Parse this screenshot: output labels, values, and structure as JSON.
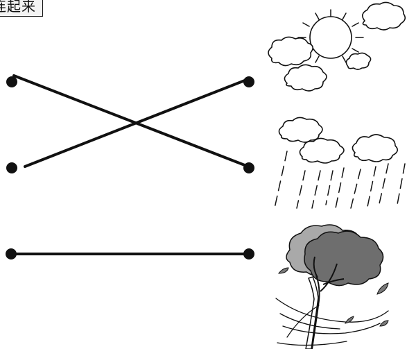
{
  "title": "连起来",
  "left_dots": [
    {
      "name": "left-dot-1"
    },
    {
      "name": "left-dot-2"
    },
    {
      "name": "left-dot-3"
    }
  ],
  "right_dots": [
    {
      "name": "right-dot-1"
    },
    {
      "name": "right-dot-2"
    },
    {
      "name": "right-dot-3"
    }
  ],
  "connections": [
    {
      "from": 1,
      "to": 2
    },
    {
      "from": 2,
      "to": 1
    },
    {
      "from": 3,
      "to": 3
    }
  ],
  "pictures": [
    {
      "name": "sunny-icon",
      "meaning": "sunny"
    },
    {
      "name": "rainy-icon",
      "meaning": "rainy"
    },
    {
      "name": "windy-icon",
      "meaning": "windy"
    }
  ],
  "colors": {
    "ink": "#111111",
    "cloud_fill": "#ffffff",
    "tree_dark": "#6e6e6e",
    "tree_light": "#a9a9a9",
    "leaf": "#7a7a7a"
  }
}
